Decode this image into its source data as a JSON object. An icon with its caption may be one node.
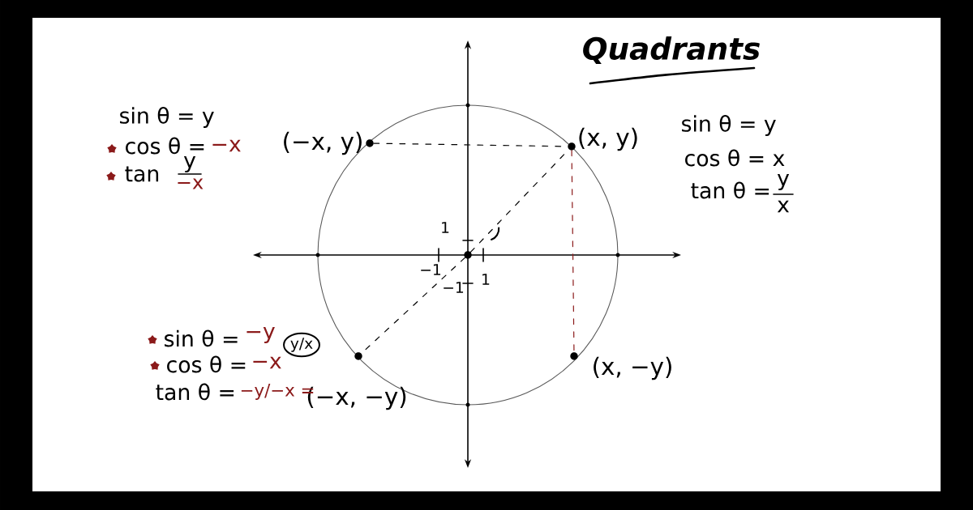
{
  "diagram": {
    "title": "Quadrants",
    "nodes": [
      {
        "text": [],
        "shape": "circle"
      },
      {
        "text": [],
        "shape": "circle",
        "beside": [
          "(−x, y)"
        ]
      },
      {
        "text": [],
        "shape": "circle",
        "beside": [
          "(x, y)"
        ]
      },
      {
        "text": [],
        "shape": "circle",
        "beside": [
          "(−x, −y)"
        ]
      },
      {
        "text": [],
        "shape": "circle",
        "beside": [
          "(x, −y)"
        ]
      }
    ],
    "edges": [
      {
        "from": 1,
        "to": 2,
        "arrow": "none",
        "style": "dashed"
      },
      {
        "from": 0,
        "to": 2,
        "arrow": "none",
        "style": "dashed"
      },
      {
        "from": 2,
        "to": 4,
        "arrow": "none",
        "style": "dashed",
        "color": "#8b1a1a"
      },
      {
        "from": 0,
        "to": 3,
        "arrow": "none",
        "style": "dashed"
      }
    ],
    "labels": [
      "sin θ = y",
      "cos θ =",
      "−x",
      "tan",
      "y",
      "−x",
      "sin θ = y",
      "cos θ = x",
      "tan θ =",
      "y",
      "x",
      "1",
      "−1",
      "1",
      "−1",
      "sin θ =",
      "−y",
      "cos θ =",
      "−x",
      "tan θ =",
      "−y/−x =",
      "y/x"
    ]
  }
}
